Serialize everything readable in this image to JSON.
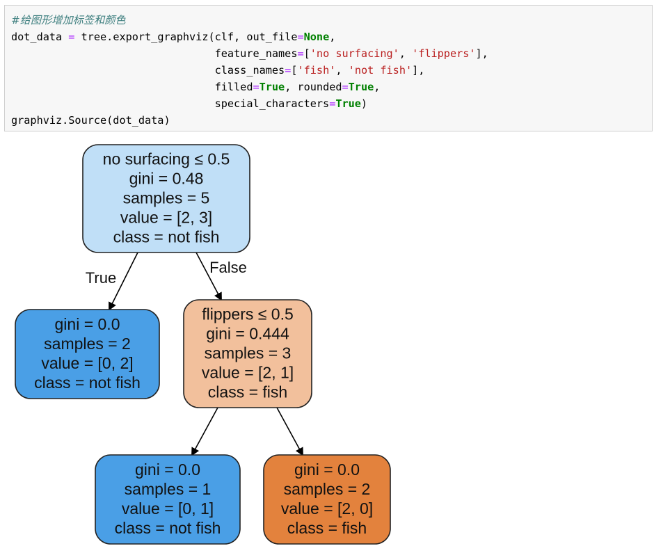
{
  "code_cell": {
    "lines": [
      [
        {
          "t": "comment",
          "v": "#给图形增加标签和颜色"
        }
      ],
      [
        {
          "t": "plain",
          "v": "dot_data "
        },
        {
          "t": "op",
          "v": "="
        },
        {
          "t": "plain",
          "v": " tree.export_graphviz(clf, out_file"
        },
        {
          "t": "op",
          "v": "="
        },
        {
          "t": "kw",
          "v": "None"
        },
        {
          "t": "plain",
          "v": ","
        }
      ],
      [
        {
          "t": "plain",
          "v": "                                feature_names"
        },
        {
          "t": "op",
          "v": "="
        },
        {
          "t": "plain",
          "v": "["
        },
        {
          "t": "str",
          "v": "'no surfacing'"
        },
        {
          "t": "plain",
          "v": ", "
        },
        {
          "t": "str",
          "v": "'flippers'"
        },
        {
          "t": "plain",
          "v": "],"
        }
      ],
      [
        {
          "t": "plain",
          "v": "                                class_names"
        },
        {
          "t": "op",
          "v": "="
        },
        {
          "t": "plain",
          "v": "["
        },
        {
          "t": "str",
          "v": "'fish'"
        },
        {
          "t": "plain",
          "v": ", "
        },
        {
          "t": "str",
          "v": "'not fish'"
        },
        {
          "t": "plain",
          "v": "],"
        }
      ],
      [
        {
          "t": "plain",
          "v": "                                filled"
        },
        {
          "t": "op",
          "v": "="
        },
        {
          "t": "kw",
          "v": "True"
        },
        {
          "t": "plain",
          "v": ", rounded"
        },
        {
          "t": "op",
          "v": "="
        },
        {
          "t": "kw",
          "v": "True"
        },
        {
          "t": "plain",
          "v": ","
        }
      ],
      [
        {
          "t": "plain",
          "v": "                                special_characters"
        },
        {
          "t": "op",
          "v": "="
        },
        {
          "t": "kw",
          "v": "True"
        },
        {
          "t": "plain",
          "v": ")"
        }
      ],
      [
        {
          "t": "plain",
          "v": "graphviz.Source(dot_data)"
        }
      ]
    ]
  },
  "tree": {
    "nodes": [
      {
        "id": "root",
        "lines": [
          "no surfacing ≤ 0.5",
          "gini = 0.48",
          "samples = 5",
          "value = [2, 3]",
          "class = not fish"
        ],
        "fill": "#c0dff7"
      },
      {
        "id": "left-leaf",
        "lines": [
          "gini = 0.0",
          "samples = 2",
          "value = [0, 2]",
          "class = not fish"
        ],
        "fill": "#4a9fe6"
      },
      {
        "id": "flippers-split",
        "lines": [
          "flippers ≤ 0.5",
          "gini = 0.444",
          "samples = 3",
          "value = [2, 1]",
          "class = fish"
        ],
        "fill": "#f2c09c"
      },
      {
        "id": "leaf-not-fish",
        "lines": [
          "gini = 0.0",
          "samples = 1",
          "value = [0, 1]",
          "class = not fish"
        ],
        "fill": "#4a9fe6"
      },
      {
        "id": "leaf-fish",
        "lines": [
          "gini = 0.0",
          "samples = 2",
          "value = [2, 0]",
          "class = fish"
        ],
        "fill": "#e3823d"
      }
    ],
    "edges": [
      {
        "from": "root",
        "to": "left-leaf",
        "label": "True"
      },
      {
        "from": "root",
        "to": "flippers-split",
        "label": "False"
      },
      {
        "from": "flippers-split",
        "to": "leaf-not-fish",
        "label": ""
      },
      {
        "from": "flippers-split",
        "to": "leaf-fish",
        "label": ""
      }
    ]
  }
}
